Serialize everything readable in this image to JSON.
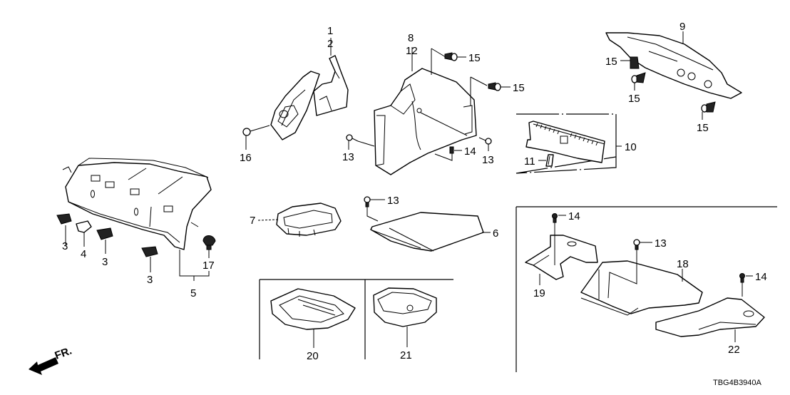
{
  "diagram": {
    "type": "exploded-parts-diagram",
    "subject": "Rear tray / trunk lining / trunk floor parts",
    "drawing_code": "TBG4B3940A",
    "direction_indicator": {
      "icon": "front-arrow-icon",
      "label": "FR."
    },
    "callouts": [
      {
        "id": "c1",
        "label": "1"
      },
      {
        "id": "c2",
        "label": "2"
      },
      {
        "id": "c3a",
        "label": "3"
      },
      {
        "id": "c3b",
        "label": "3"
      },
      {
        "id": "c3c",
        "label": "3"
      },
      {
        "id": "c4",
        "label": "4"
      },
      {
        "id": "c5",
        "label": "5"
      },
      {
        "id": "c6",
        "label": "6"
      },
      {
        "id": "c7",
        "label": "7"
      },
      {
        "id": "c8",
        "label": "8"
      },
      {
        "id": "c9",
        "label": "9"
      },
      {
        "id": "c10",
        "label": "10"
      },
      {
        "id": "c11",
        "label": "11"
      },
      {
        "id": "c12",
        "label": "12"
      },
      {
        "id": "c13a",
        "label": "13"
      },
      {
        "id": "c13b",
        "label": "13"
      },
      {
        "id": "c13c",
        "label": "13"
      },
      {
        "id": "c13d",
        "label": "13"
      },
      {
        "id": "c14a",
        "label": "14"
      },
      {
        "id": "c14b",
        "label": "14"
      },
      {
        "id": "c14c",
        "label": "14"
      },
      {
        "id": "c15a",
        "label": "15"
      },
      {
        "id": "c15b",
        "label": "15"
      },
      {
        "id": "c15c",
        "label": "15"
      },
      {
        "id": "c15d",
        "label": "15"
      },
      {
        "id": "c15e",
        "label": "15"
      },
      {
        "id": "c16",
        "label": "16"
      },
      {
        "id": "c17",
        "label": "17"
      },
      {
        "id": "c18",
        "label": "18"
      },
      {
        "id": "c19",
        "label": "19"
      },
      {
        "id": "c20",
        "label": "20"
      },
      {
        "id": "c21",
        "label": "21"
      },
      {
        "id": "c22",
        "label": "22"
      }
    ]
  }
}
